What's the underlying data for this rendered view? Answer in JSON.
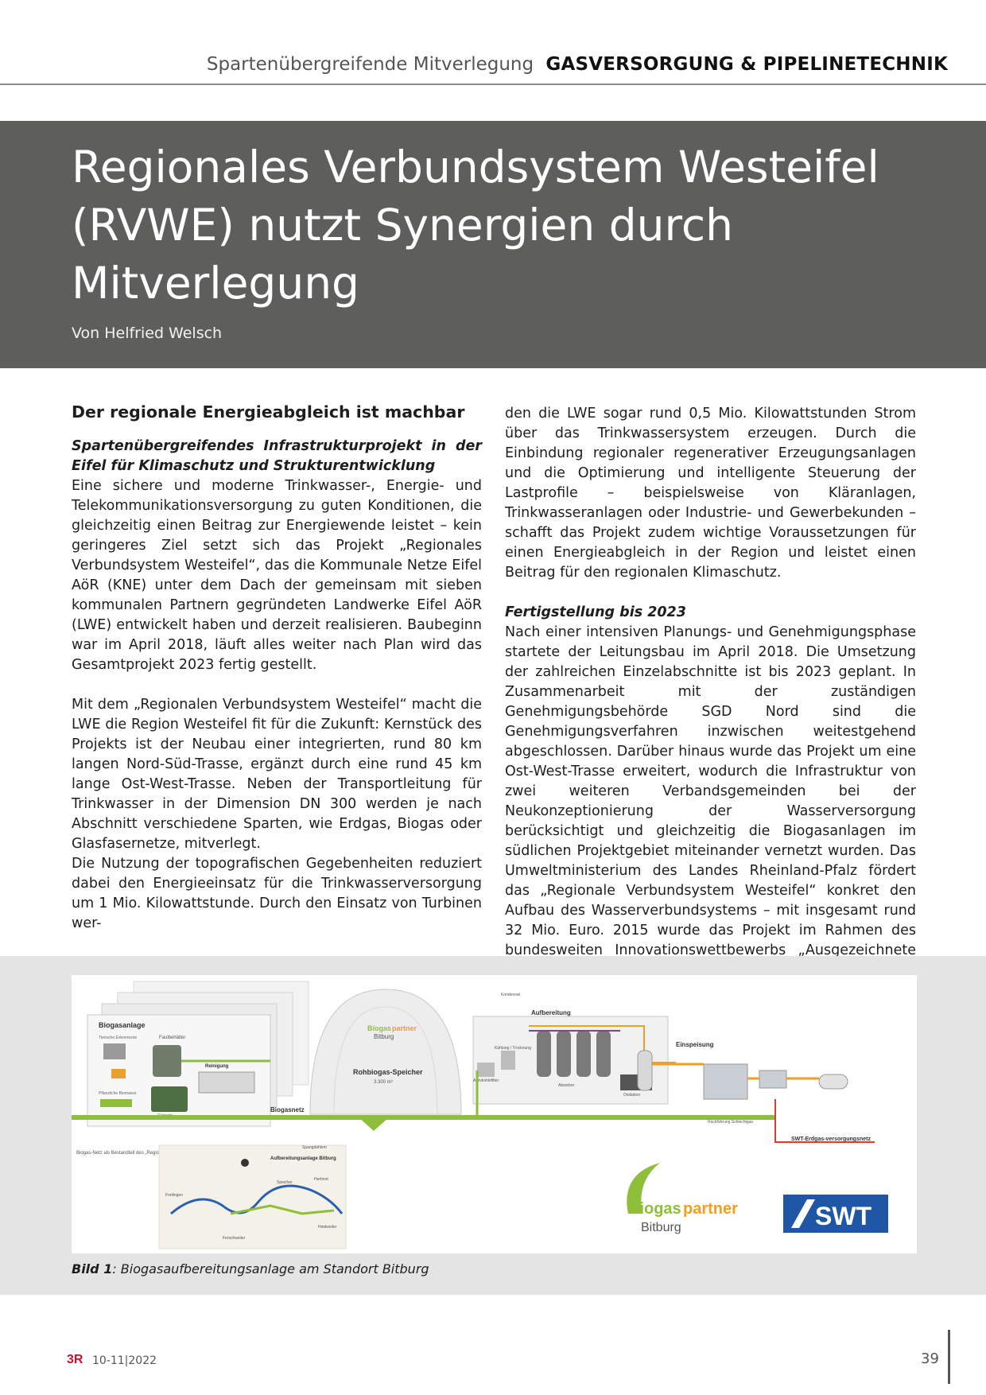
{
  "header": {
    "section": "Spartenübergreifende Mitverlegung",
    "category": "GASVERSORGUNG & PIPELINETECHNIK"
  },
  "article": {
    "title_line1": "Regionales Verbundsystem Westeifel",
    "title_line2": "(RVWE) nutzt Synergien durch",
    "title_line3": "Mitverlegung",
    "author": "Von Helfried Welsch",
    "heading": "Der regionale Energieabgleich ist machbar",
    "subhead1": "Spartenübergreifendes Infrastrukturprojekt in der Eifel für Klimaschutz und Strukturentwicklung",
    "para1": "Eine sichere und moderne Trinkwasser-, Energie- und Telekommunikationsversorgung zu guten Konditionen, die gleichzeitig einen Beitrag zur Energiewende leistet – kein geringeres Ziel setzt sich das Projekt „Regionales Verbundsystem Westeifel“, das die Kommunale Netze Eifel AöR (KNE) unter dem Dach der gemeinsam mit sieben kommunalen Partnern gegründeten Landwerke Eifel AöR (LWE) entwickelt haben und derzeit realisieren. Baubeginn war im April 2018, läuft alles weiter nach Plan wird das Gesamtprojekt 2023 fertig gestellt.",
    "para2": "Mit dem „Regionalen Verbundsystem Westeifel“ macht die LWE die Region Westeifel fit für die Zukunft: Kernstück des Projekts ist der Neubau einer integrierten, rund 80 km langen Nord-Süd-Trasse, ergänzt durch eine rund 45 km lange Ost-West-Trasse. Neben der Transportleitung für Trinkwasser in der Dimension DN 300 werden je nach Abschnitt verschiedene Sparten, wie Erdgas, Biogas oder Glasfasernetze, mitverlegt.",
    "para3": "Die Nutzung der topografischen Gegebenheiten reduziert dabei den Energieeinsatz für die Trinkwasserversorgung um 1 Mio. Kilowattstunde. Durch den Einsatz von Turbinen werden die LWE sogar rund 0,5 Mio. Kilowattstunden Strom über das Trinkwassersystem erzeugen. Durch die Einbindung regionaler regenerativer Erzeugungsanlagen und die Optimierung und intelligente Steuerung der Lastprofile – beispielsweise von Kläranlagen, Trinkwasseranlagen oder Industrie- und Gewerbekunden – schafft das Projekt zudem wichtige Voraussetzungen für einen Energieabgleich in der Region und leistet einen Beitrag für den regionalen Klimaschutz.",
    "subhead2": "Fertigstellung bis 2023",
    "para4": "Nach einer intensiven Planungs- und Genehmigungsphase startete der Leitungsbau im April 2018. Die Umsetzung der zahlreichen Einzelabschnitte ist bis 2023 geplant. In Zusammenarbeit mit der zuständigen Genehmigungsbehörde SGD Nord sind die Genehmigungsverfahren inzwischen weitestgehend abgeschlossen. Darüber hinaus wurde das Projekt um eine Ost-West-Trasse erweitert, wodurch die Infrastruktur von zwei weiteren Verbandsgemeinden bei der Neukonzeptionierung der Wasserversorgung berücksichtigt und gleichzeitig die Biogasanlagen im südlichen Projektgebiet miteinander vernetzt wurden. Das Umweltministerium des Landes Rheinland-Pfalz fördert das „Regionale Verbundsystem Westeifel“ konkret den Aufbau des Wasserverbundsystems – mit insgesamt rund 32 Mio. Euro. 2015 wurde das Projekt im Rahmen des bundesweiten Innovationswettbewerbs „Ausgezeichnete Orte im Land der Ideen” ausgezeichnet."
  },
  "figure": {
    "plant_label": "Biogasanlage",
    "fermenter_label": "Faulbehälter",
    "slurry_label": "Tierische Exkremente",
    "plant_biomass_label": "Pflanzliche Biomasse",
    "cleaning_label": "Reinigung",
    "storage_label": "Gärreste",
    "dome_brand_1": "Biogas",
    "dome_brand_2": "partner",
    "dome_brand_3": "Bitburg",
    "dome_label": "Rohbiogas-Speicher",
    "dome_volume": "3.300 m³",
    "network_label": "Biogasnetz",
    "upgrading_label": "Aufbereitung",
    "condensate_label": "Kondensat",
    "cooling_label": "Kühlung / Trocknung",
    "activated_carbon_label": "Aktivkohlefilter",
    "absorber_label": "Absorber",
    "oxidation_label": "Oxidation",
    "injection_label": "Einspeisung",
    "return_label": "Rückführung Schlechtgas",
    "gas_grid_label": "SWT-Erdgas-versorgungsnetz",
    "map_caption": "Biogas-Netz als Bestandteil des „Regionalen Verbundsystems Westeifel“",
    "map_site_label": "Aufbereitungsanlage Bitburg",
    "map_towns": [
      "Spangdahlem",
      "Speicher",
      "Herforst",
      "Freilingen",
      "Heidweiler",
      "Ferschweiler"
    ],
    "logo_biogas_1": "Biogas",
    "logo_biogas_2": "partner",
    "logo_biogas_3": "Bitburg",
    "logo_swt": "SWT",
    "colors": {
      "biogas_green": "#8fbf3a",
      "pipe_orange": "#f0a020",
      "pipe_purple": "#8b3a9a",
      "swt_blue": "#1f56a5"
    },
    "caption_label": "Bild 1",
    "caption_text": ": Biogasaufbereitungsanlage am Standort Bitburg"
  },
  "footer": {
    "logo": "3R",
    "issue": "10-11|2022",
    "page": "39"
  }
}
